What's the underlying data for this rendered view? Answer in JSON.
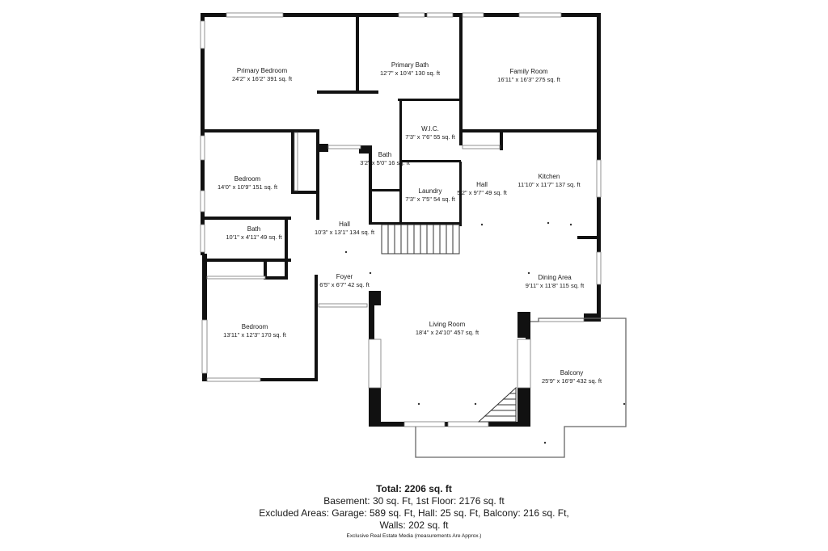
{
  "rooms": [
    {
      "name": "Primary Bedroom",
      "dims": "24'2\" x 16'2\" 391 sq. ft"
    },
    {
      "name": "Primary Bath",
      "dims": "12'7\" x 10'4\" 130 sq. ft"
    },
    {
      "name": "Family Room",
      "dims": "16'11\" x 16'3\" 275 sq. ft"
    },
    {
      "name": "W.I.C.",
      "dims": "7'3\" x 7'6\" 55 sq. ft"
    },
    {
      "name": "Bath",
      "dims": "3'2\" x 5'0\" 16 sq. ft"
    },
    {
      "name": "Bedroom",
      "dims": "14'0\" x 10'9\" 151 sq. ft"
    },
    {
      "name": "Laundry",
      "dims": "7'3\" x 7'5\" 54 sq. ft"
    },
    {
      "name": "Hall",
      "dims": "5'2\" x 9'7\" 49 sq. ft"
    },
    {
      "name": "Kitchen",
      "dims": "11'10\" x 11'7\" 137 sq. ft"
    },
    {
      "name": "Bath",
      "dims": "10'1\" x 4'11\" 49 sq. ft"
    },
    {
      "name": "Hall",
      "dims": "10'3\" x 13'1\" 134 sq. ft"
    },
    {
      "name": "Foyer",
      "dims": "6'5\" x 6'7\" 42 sq. ft"
    },
    {
      "name": "Dining Area",
      "dims": "9'11\" x 11'8\" 115 sq. ft"
    },
    {
      "name": "Bedroom",
      "dims": "13'11\" x 12'3\" 170 sq. ft"
    },
    {
      "name": "Living Room",
      "dims": "18'4\" x 24'10\" 457 sq. ft"
    },
    {
      "name": "Balcony",
      "dims": "25'9\" x 16'9\" 432 sq. ft"
    }
  ],
  "summary": {
    "total": "Total: 2206 sq. ft",
    "line1": "Basement: 30 sq. Ft, 1st Floor: 2176 sq. ft",
    "line2": "Excluded Areas: Garage: 589 sq. Ft, Hall: 25 sq. Ft, Balcony: 216 sq. Ft,",
    "line3": "Walls: 202 sq. ft",
    "credit": "Exclusive Real Estate Media (measurements Are Approx.)"
  }
}
